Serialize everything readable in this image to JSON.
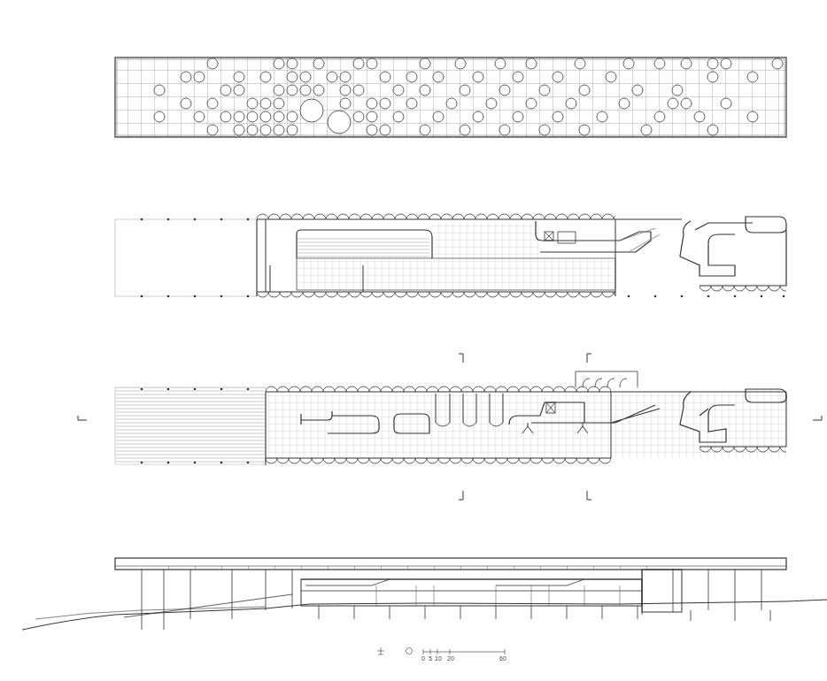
{
  "diagram": {
    "labels": [
      "0",
      "5",
      "10",
      "20",
      "60"
    ]
  }
}
